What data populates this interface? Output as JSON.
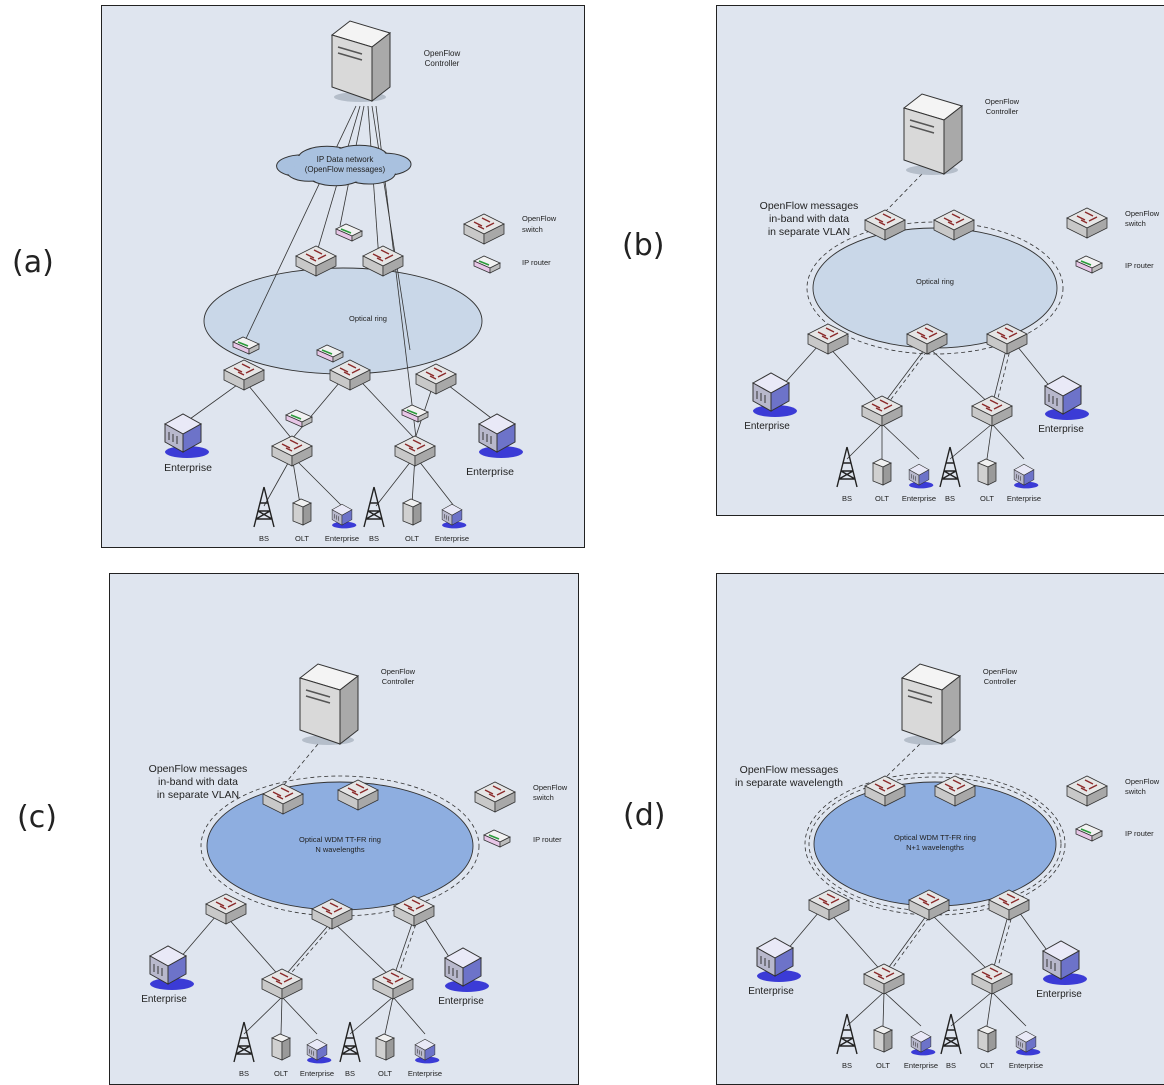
{
  "panels": [
    {
      "letter": "(a)",
      "controller": [
        "OpenFlow",
        "Controller"
      ],
      "cloud": [
        "IP Data network",
        "(OpenFlow messages)"
      ],
      "ring": [
        "Optical ring"
      ],
      "legend_switch": [
        "OpenFlow",
        "switch"
      ],
      "legend_router": "IP router",
      "enterprise": "Enterprise",
      "bottom": [
        "BS",
        "OLT",
        "Enterprise",
        "BS",
        "OLT",
        "Enterprise"
      ]
    },
    {
      "letter": "(b)",
      "controller": [
        "OpenFlow",
        "Controller"
      ],
      "note": [
        "OpenFlow messages",
        "in-band with data",
        "in separate VLAN"
      ],
      "ring": [
        "Optical ring"
      ],
      "legend_switch": [
        "OpenFlow",
        "switch"
      ],
      "legend_router": "IP router",
      "enterprise": "Enterprise",
      "bottom": [
        "BS",
        "OLT",
        "Enterprise",
        "BS",
        "OLT",
        "Enterprise"
      ]
    },
    {
      "letter": "(c)",
      "controller": [
        "OpenFlow",
        "Controller"
      ],
      "note": [
        "OpenFlow messages",
        "in-band with data",
        "in separate VLAN"
      ],
      "ring": [
        "Optical WDM TT-FR ring",
        "N wavelengths"
      ],
      "legend_switch": [
        "OpenFlow",
        "switch"
      ],
      "legend_router": "IP router",
      "enterprise": "Enterprise",
      "bottom": [
        "BS",
        "OLT",
        "Enterprise",
        "BS",
        "OLT",
        "Enterprise"
      ]
    },
    {
      "letter": "(d)",
      "controller": [
        "OpenFlow",
        "Controller"
      ],
      "note": [
        "OpenFlow messages",
        "in separate wavelength"
      ],
      "ring": [
        "Optical WDM TT-FR ring",
        "N+1 wavelengths"
      ],
      "legend_switch": [
        "OpenFlow",
        "switch"
      ],
      "legend_router": "IP router",
      "enterprise": "Enterprise",
      "bottom": [
        "BS",
        "OLT",
        "Enterprise",
        "BS",
        "OLT",
        "Enterprise"
      ]
    }
  ],
  "colors": {
    "panel_bg": "#dfe5ef",
    "ring_light": "#c9d7e8",
    "ring_wdm": "#8eaee0",
    "cloud": "#a9c1df",
    "switch_top": "#e6e6e6",
    "switch_side": "#a8a8a8",
    "arrow": "#8b2a2a",
    "enterprise_glow": "#3b3bd6"
  }
}
